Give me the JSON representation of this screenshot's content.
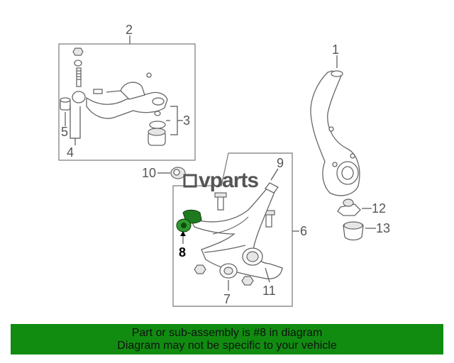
{
  "watermark": "vparts",
  "callouts": {
    "c1": "1",
    "c2": "2",
    "c3": "3",
    "c4": "4",
    "c5": "5",
    "c6": "6",
    "c7": "7",
    "c8": "8",
    "c9": "9",
    "c10": "10",
    "c11": "11",
    "c12": "12",
    "c13": "13"
  },
  "highlight": {
    "part_number": "8",
    "color": "#1f7a1f"
  },
  "banner": {
    "line1": "Part or sub-assembly is #8 in diagram",
    "line2": "Diagram may not be specific to your vehicle",
    "color": "#118c11"
  }
}
